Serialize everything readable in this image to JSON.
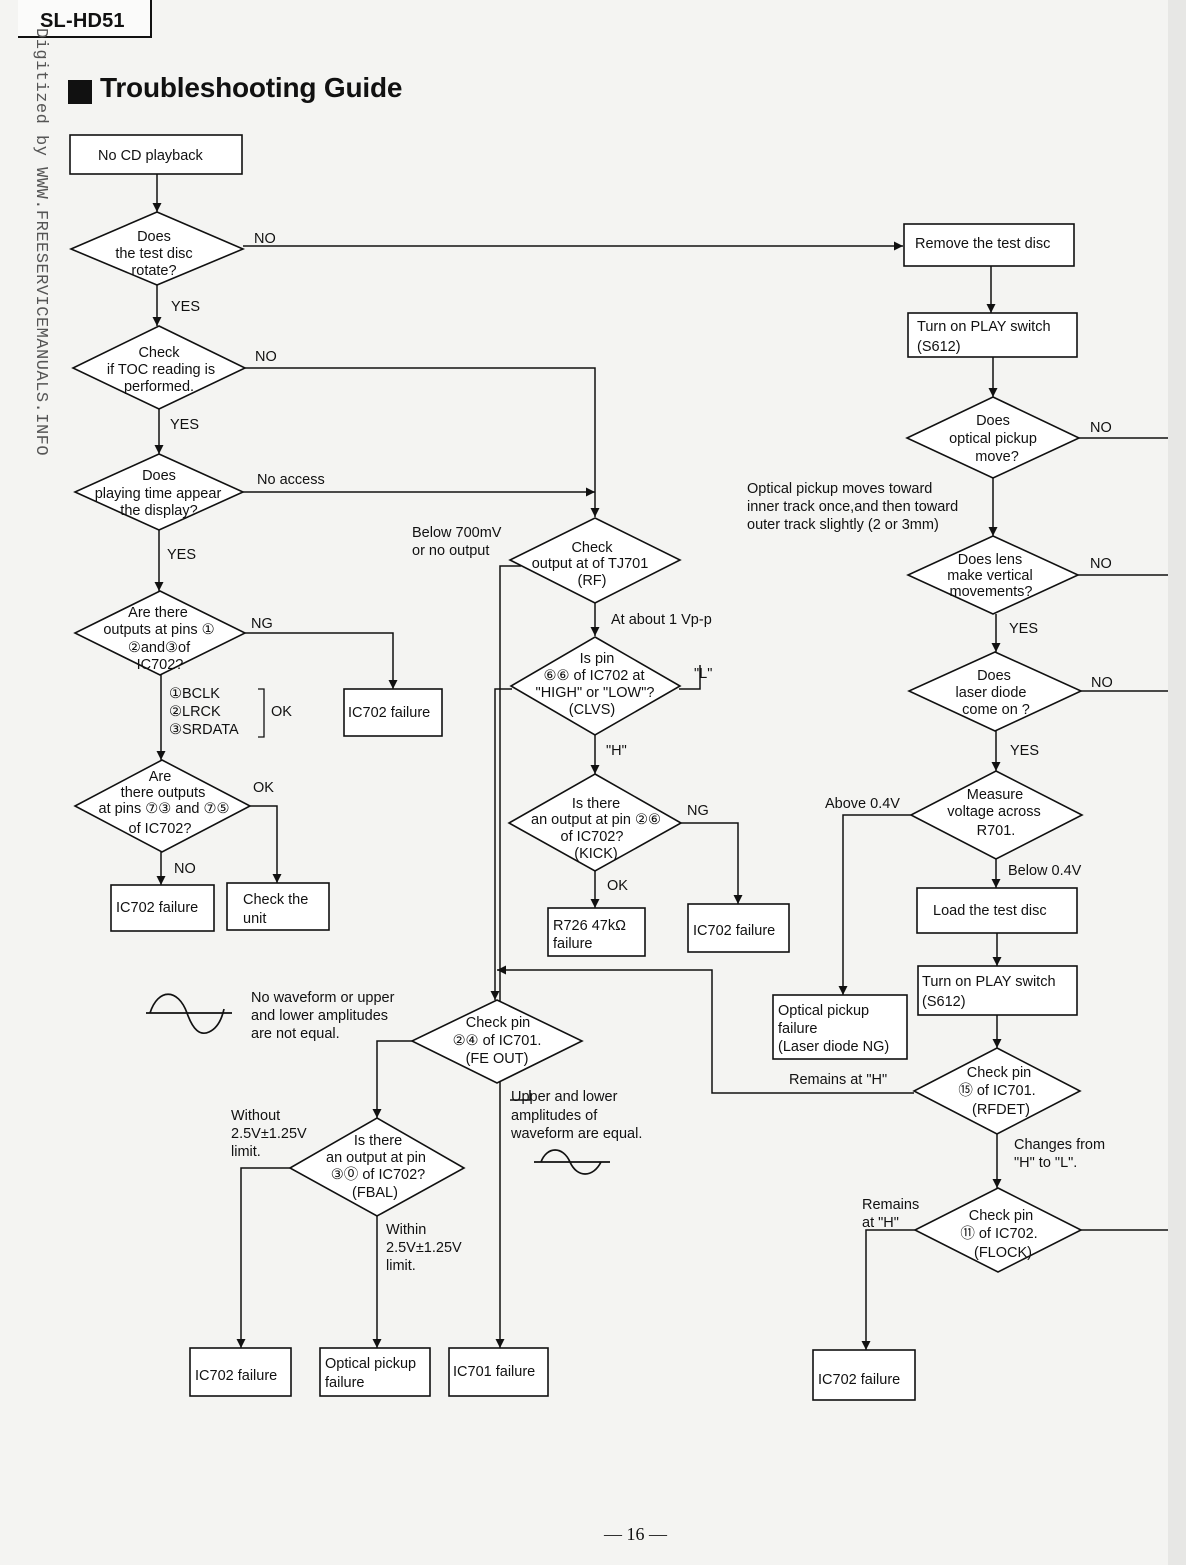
{
  "header": {
    "model": "SL-HD51",
    "title": "Troubleshooting Guide"
  },
  "watermark": "Digitized by WWW.FREESERVICEMANUALS.INFO",
  "footer": {
    "page_number": "— 16 —"
  },
  "nodes": {
    "start": [
      "No CD playback"
    ],
    "disc_rotate": [
      "Does",
      "the test disc",
      "rotate?"
    ],
    "toc": [
      "Check",
      "if TOC reading is",
      "performed."
    ],
    "playtime": [
      "Does",
      "playing time appear",
      "the display?"
    ],
    "outputs123": [
      "Are there",
      "outputs at pins ①",
      "②and③of",
      "IC702?"
    ],
    "ic702_a": [
      "IC702 failure"
    ],
    "outputs7375": [
      "Are",
      "there outputs",
      "at pins ⑦③ and ⑦⑤",
      "of IC702?"
    ],
    "ic702_b": [
      "IC702 failure"
    ],
    "check_unit": [
      "Check the",
      "unit"
    ],
    "tj701": [
      "Check",
      "output at of TJ701",
      "(RF)"
    ],
    "pin66": [
      "Is pin",
      "⑥⑥ of IC702 at",
      "\"HIGH\" or \"LOW\"?",
      "(CLVS)"
    ],
    "pin26": [
      "Is there",
      "an output at pin ②⑥",
      "of IC702?",
      "(KICK)"
    ],
    "r726": [
      "R726 47kΩ",
      "failure"
    ],
    "ic702_c": [
      "IC702 failure"
    ],
    "pin24": [
      "Check pin",
      "②④ of IC701.",
      "(FE OUT)"
    ],
    "pin30": [
      "Is there",
      "an output at pin",
      "③⓪ of IC702?",
      "(FBAL)"
    ],
    "ic702_d": [
      "IC702 failure"
    ],
    "opt_fail": [
      "Optical pickup",
      "failure"
    ],
    "ic701": [
      "IC701 failure"
    ],
    "remove_disc": [
      "Remove the test disc"
    ],
    "play_on_1": [
      "Turn on PLAY switch",
      "(S612)"
    ],
    "pickup_move": [
      "Does",
      "optical pickup",
      "move?"
    ],
    "lens": [
      "Does lens",
      "make vertical",
      "movements?"
    ],
    "laser": [
      "Does",
      "laser diode",
      "come on ?"
    ],
    "measure": [
      "Measure",
      "voltage across",
      "R701."
    ],
    "load_disc": [
      "Load the test disc"
    ],
    "play_on_2": [
      "Turn on PLAY switch",
      "(S612)"
    ],
    "opt_laser": [
      "Optical pickup",
      "failure",
      "(Laser diode NG)"
    ],
    "pin15": [
      "Check pin",
      "⑮ of IC701.",
      "(RFDET)"
    ],
    "pin11": [
      "Check pin",
      "⑪ of IC702.",
      "(FLOCK)"
    ],
    "ic702_e": [
      "IC702 failure"
    ]
  },
  "labels": {
    "no_1": "NO",
    "yes_1": "YES",
    "no_2": "NO",
    "yes_2": "YES",
    "no_access": "No access",
    "yes_3": "YES",
    "ng_1": "NG",
    "sig_list": [
      "①BCLK",
      "②LRCK",
      "③SRDATA"
    ],
    "ok_1": "OK",
    "ok_2": "OK",
    "no_3": "NO",
    "below_700": [
      "Below 700mV",
      "or no output"
    ],
    "about_1vpp": "At about 1 Vp-p",
    "low_l": "\"L\"",
    "high_h": "\"H\"",
    "ng_2": "NG",
    "ok_3": "OK",
    "no_wave": [
      "No waveform or upper",
      "and lower amplitudes",
      "are not equal."
    ],
    "upper_lower": [
      "Upper and lower",
      "amplitudes of",
      "waveform are equal."
    ],
    "without": [
      "Without",
      "2.5V±1.25V",
      "limit."
    ],
    "within": [
      "Within",
      "2.5V±1.25V",
      "limit."
    ],
    "no_4": "NO",
    "no_5": "NO",
    "no_6": "NO",
    "yes_4": "YES",
    "yes_5": "YES",
    "pickup_moves": [
      "Optical pickup moves toward",
      "inner track once,and then toward",
      "outer track slightly (2 or 3mm)"
    ],
    "above_04": "Above 0.4V",
    "below_04": "Below 0.4V",
    "remains_h_1": "Remains at \"H\"",
    "changes": [
      "Changes from",
      "\"H\" to \"L\"."
    ],
    "remains_h_2": [
      "Remains",
      "at \"H\""
    ]
  }
}
